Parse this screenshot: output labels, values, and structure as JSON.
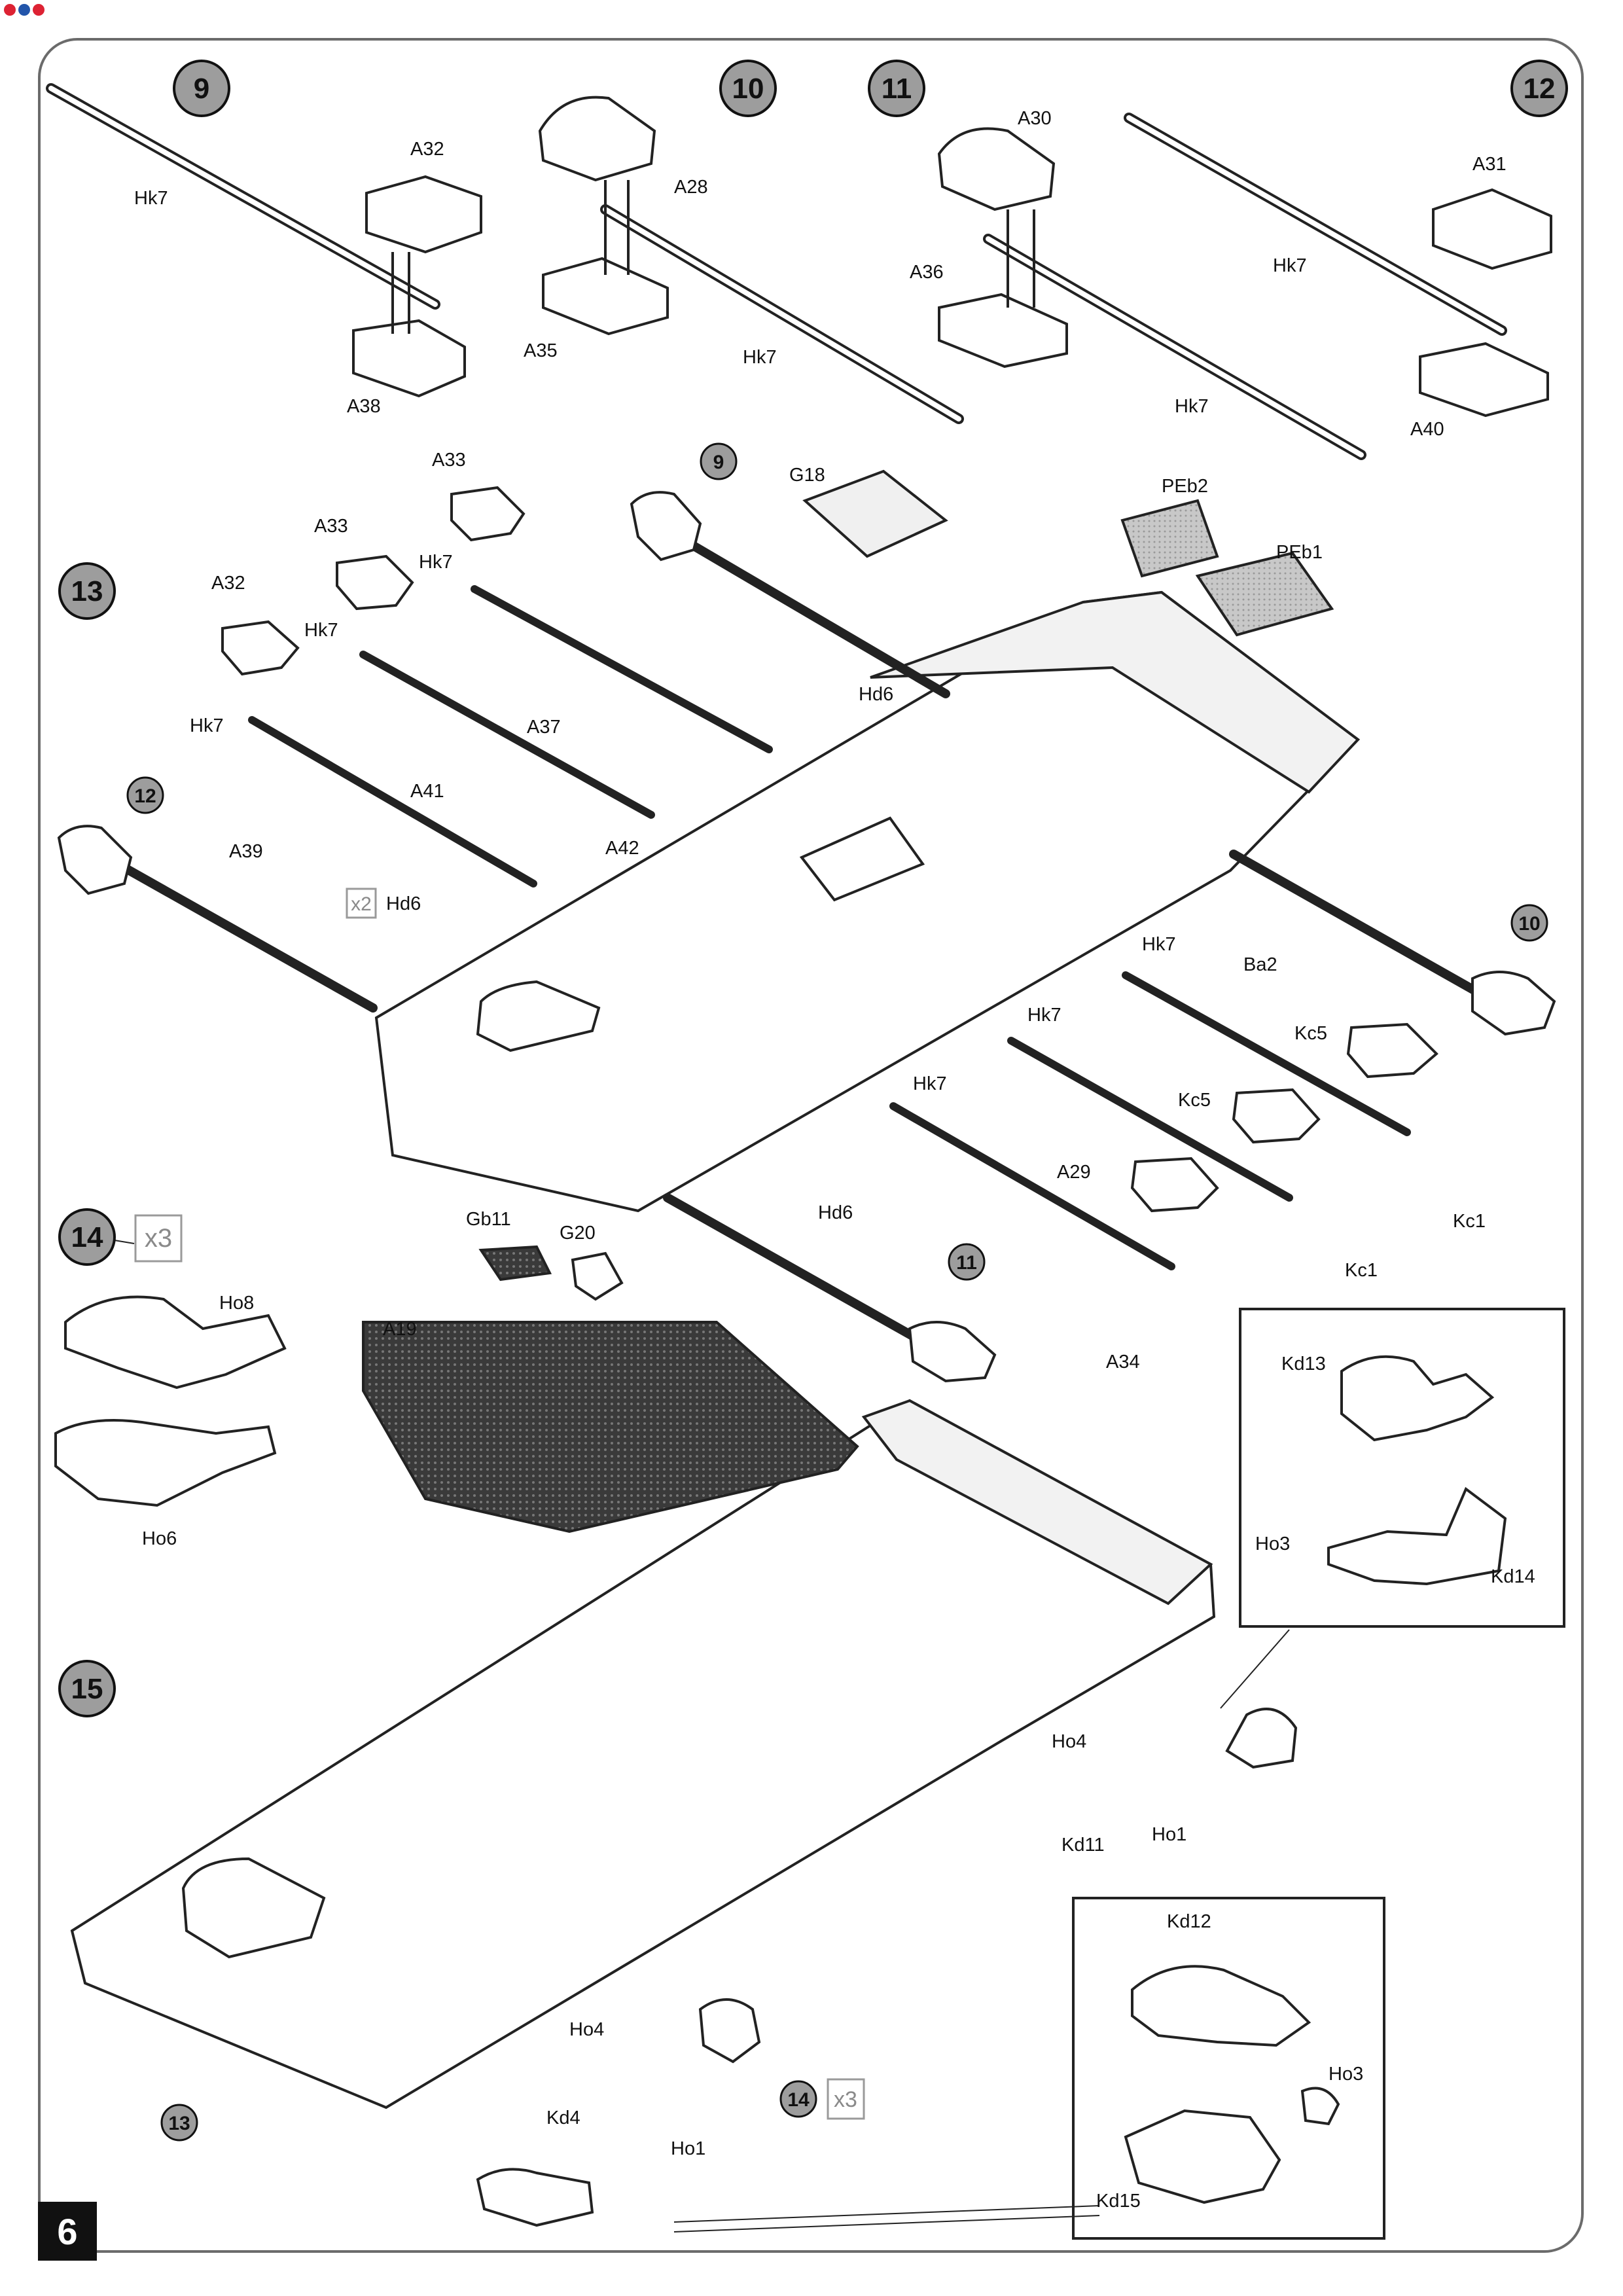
{
  "page_number": "6",
  "steps": [
    {
      "id": "9",
      "label": "9"
    },
    {
      "id": "10",
      "label": "10"
    },
    {
      "id": "11",
      "label": "11"
    },
    {
      "id": "12",
      "label": "12"
    },
    {
      "id": "13",
      "label": "13"
    },
    {
      "id": "14",
      "label": "14",
      "multiplier": "x3"
    },
    {
      "id": "15",
      "label": "15"
    }
  ],
  "step9_parts": [
    "Hk7",
    "A32",
    "A38"
  ],
  "step10_parts": [
    "A28",
    "A35",
    "Hk7"
  ],
  "step11_parts": [
    "A30",
    "A36",
    "Hk7"
  ],
  "step12_parts": [
    "A31",
    "Hk7",
    "A40"
  ],
  "step13_parts": [
    "A33",
    "A33",
    "A32",
    "Hk7",
    "Hk7",
    "Hk7",
    "A37",
    "A41",
    "A39",
    "G18",
    "PEb2",
    "PEb1",
    "Hd6",
    "Hd6",
    "A42",
    "Ba2",
    "Hk7",
    "Hk7",
    "Hk7",
    "Kc5",
    "Kc5",
    "A29",
    "Kc1",
    "Kc1",
    "A34",
    "Hd6"
  ],
  "step13_callouts": [
    "9",
    "12",
    "10",
    "11"
  ],
  "step13_multiplier": "x2",
  "step14_parts": [
    "Ho8",
    "Ho6"
  ],
  "step15_parts": [
    "Gb11",
    "G20",
    "A19",
    "Ho4",
    "Kd11",
    "Ho1",
    "Ho4",
    "Kd4",
    "Ho1"
  ],
  "step15_callouts": [
    "13",
    "14"
  ],
  "step15_multiplier": "x3",
  "inset1_parts": [
    "Kd13",
    "Ho3",
    "Kd14"
  ],
  "inset2_parts": [
    "Kd12",
    "Ho3",
    "Kd15"
  ]
}
